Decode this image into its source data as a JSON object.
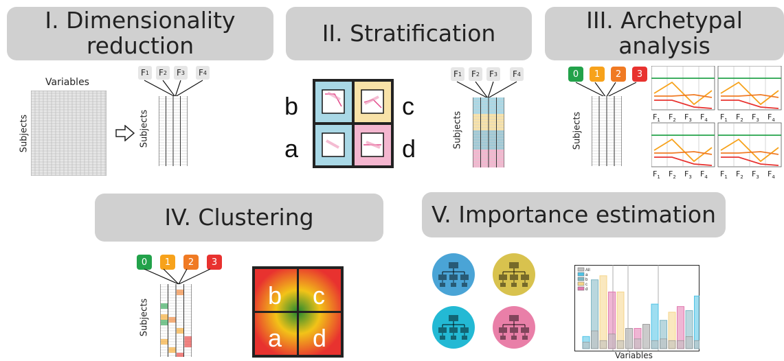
{
  "panels": {
    "dimensionality": {
      "line1": "I. Dimensionality",
      "line2": "reduction"
    },
    "stratification": {
      "title": "II. Stratification"
    },
    "archetypal": {
      "line1": "III. Archetypal",
      "line2": "analysis"
    },
    "clustering": {
      "title": "IV. Clustering"
    },
    "importance": {
      "title": "V. Importance estimation"
    }
  },
  "labels": {
    "variables": "Variables",
    "subjects": "Subjects"
  },
  "factors": [
    "F",
    "F",
    "F",
    "F"
  ],
  "factor_subs": [
    "1",
    "2",
    "3",
    "4"
  ],
  "archetypes": [
    {
      "label": "0",
      "color": "#22a24a"
    },
    {
      "label": "1",
      "color": "#f7a21b"
    },
    {
      "label": "2",
      "color": "#f07a23"
    },
    {
      "label": "3",
      "color": "#e8322f"
    }
  ],
  "strata": {
    "b": "b",
    "c": "c",
    "a": "a",
    "d": "d"
  },
  "quadrant_colors": {
    "a": "#a9d8e6",
    "b": "#a9d8e6",
    "c": "#f8e2a8",
    "d": "#f4b6cf"
  },
  "importance_icons": [
    {
      "name": "blue",
      "color": "#4aa4d6"
    },
    {
      "name": "yellow",
      "color": "#d8c24e"
    },
    {
      "name": "cyan",
      "color": "#23b9d4"
    },
    {
      "name": "pink",
      "color": "#e97fa8"
    }
  ],
  "legend": [
    "All",
    "a",
    "b",
    "c",
    "d"
  ],
  "legend_colors": [
    "#bfbfbf",
    "#4ec3e6",
    "#80b7c3",
    "#f6d58a",
    "#e27ab0"
  ],
  "bar_values": [
    {
      "group": "a",
      "value": 0.15,
      "all": 0.08
    },
    {
      "group": "b",
      "value": 0.85,
      "all": 0.22
    },
    {
      "group": "c",
      "value": 0.9,
      "all": 0.1
    },
    {
      "group": "d",
      "value": 0.7,
      "all": 0.18
    },
    {
      "group": "c",
      "value": 0.7,
      "all": 0.1
    },
    {
      "group": "all",
      "value": 0.25,
      "all": 0.25
    },
    {
      "group": "d",
      "value": 0.25,
      "all": 0.12
    },
    {
      "group": "all",
      "value": 0.3,
      "all": 0.3
    },
    {
      "group": "a",
      "value": 0.55,
      "all": 0.1
    },
    {
      "group": "b",
      "value": 0.35,
      "all": 0.12
    },
    {
      "group": "c",
      "value": 0.45,
      "all": 0.1
    },
    {
      "group": "d",
      "value": 0.52,
      "all": 0.1
    },
    {
      "group": "b",
      "value": 0.47,
      "all": 0.15
    },
    {
      "group": "a",
      "value": 0.65,
      "all": 0.1
    }
  ],
  "gradient_colors": {
    "center": "#2e8b2e",
    "edge": "#e8322f",
    "mid": "#f2c318"
  }
}
